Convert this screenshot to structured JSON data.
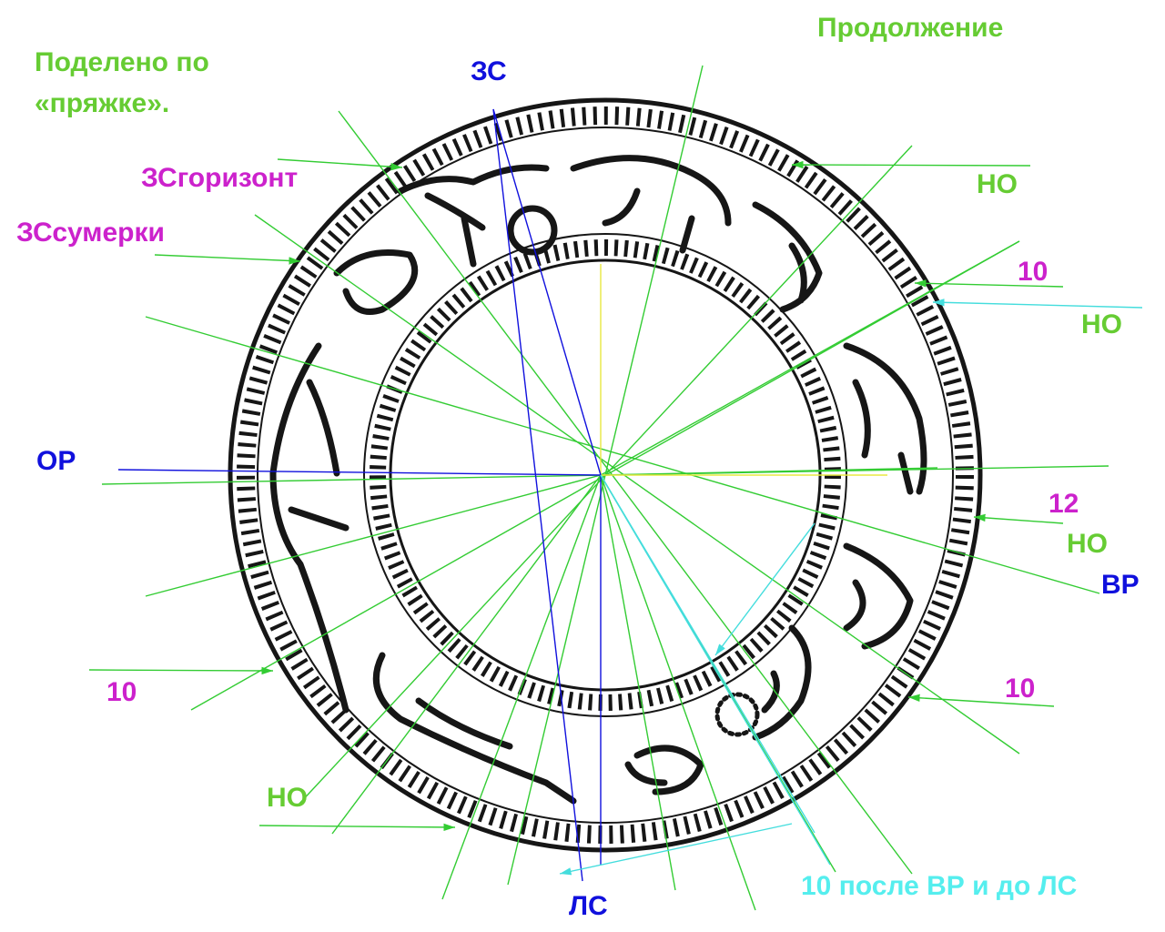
{
  "title": {
    "line1": "Поделено по",
    "line2": "«пряжке»."
  },
  "continuation": "Продолжение",
  "labels": {
    "zs": "ЗС",
    "or": "ОР",
    "ls": "ЛС",
    "vr": "ВР",
    "zs_horizon": "ЗСгоризонт",
    "zs_twilight": "ЗСсумерки",
    "no_top_right": "НО",
    "ten_right_1": "10",
    "no_right_1": "НО",
    "twelve_right": "12",
    "no_right_2": "НО",
    "ten_right_2": "10",
    "ten_left": "10",
    "no_bottom_left": "НО",
    "after_vr": "10 после ВР и до ЛС"
  },
  "colors": {
    "green_text": "#66cc33",
    "magenta_text": "#cc22cc",
    "blue_text": "#1010dd",
    "cyan_text": "#55eeee",
    "green_line": "#33cc33",
    "yellow_line": "#e8e840",
    "cyan_line": "#44dddd",
    "blue_line": "#1010dd",
    "ring_ink": "#161616"
  }
}
